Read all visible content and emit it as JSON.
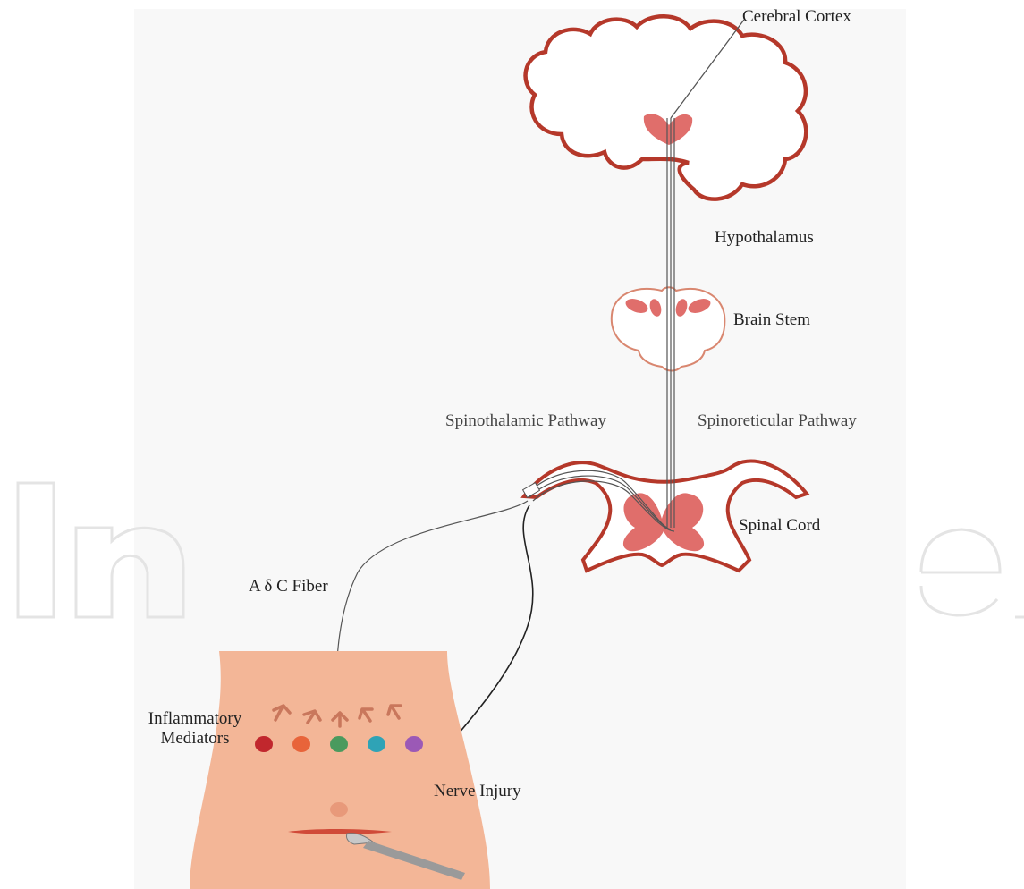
{
  "labels": {
    "cerebral_cortex": "Cerebral Cortex",
    "hypothalamus": "Hypothalamus",
    "brain_stem": "Brain Stem",
    "spinothalamic": "Spinothalamic Pathway",
    "spinoreticular": "Spinoreticular Pathway",
    "spinal_cord": "Spinal Cord",
    "fiber": "A δ C Fiber",
    "inflammatory": "Inflammatory Mediators",
    "nerve_injury": "Nerve Injury"
  },
  "colors": {
    "brain_outline": "#b5382a",
    "brain_stem_outline": "#d98770",
    "nucleus": "#e06e6b",
    "skin": "#f3b697",
    "skin_shadow": "#e8997a",
    "arrow": "#c9775c",
    "nerve": "#555555",
    "scalpel": "#9a9a9a",
    "incision": "#d04a38"
  },
  "mediators": [
    {
      "color": "#c1272d"
    },
    {
      "color": "#e8643a"
    },
    {
      "color": "#4a9a5e"
    },
    {
      "color": "#2fa3b6"
    },
    {
      "color": "#9b59b6"
    }
  ]
}
